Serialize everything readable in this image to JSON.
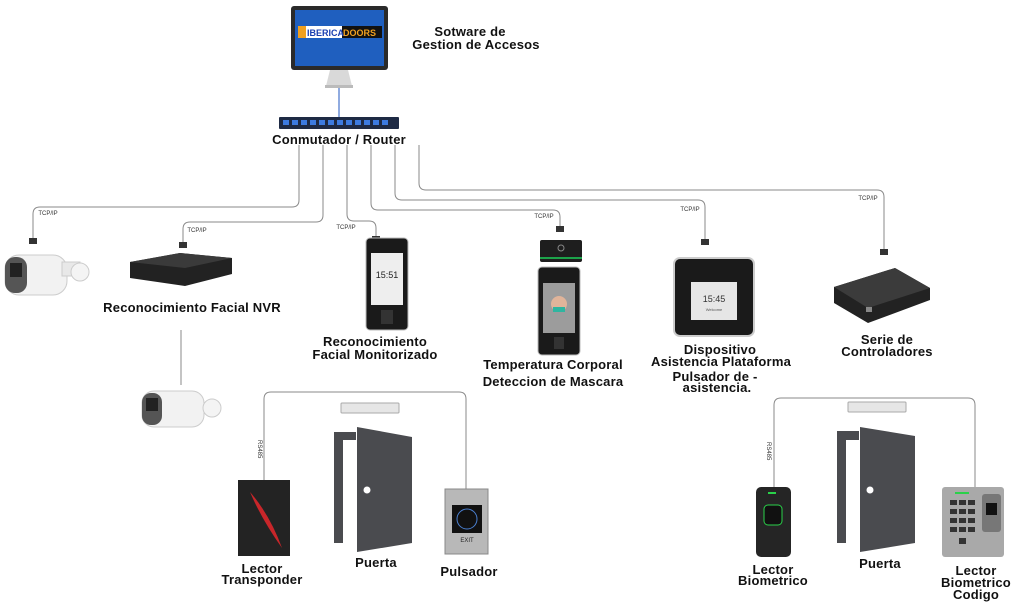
{
  "software": {
    "line1": "Sotware de",
    "line2": "Gestion de Accesos",
    "logo_text": "IBERICADOORS"
  },
  "router": {
    "label": "Conmutador / Router"
  },
  "connection_labels": {
    "tcp": "TCP/IP",
    "rs485": "RS485"
  },
  "devices": {
    "nvr": "Reconocimiento Facial NVR",
    "facial_monitor": {
      "line1": "Reconocimiento",
      "line2": "Facial Monitorizado",
      "clock": "15:51"
    },
    "temperature": {
      "line1": "Temperatura Corporal",
      "line2": "Deteccion de Mascara"
    },
    "attendance": {
      "line1": "Dispositivo",
      "line2": "Asistencia  Plataforma",
      "line3": "Pulsador de -",
      "line4": "asistencia.",
      "clock": "15:45",
      "welcome": "Welcome"
    },
    "controllers": {
      "line1": "Serie de",
      "line2": "Controladores"
    }
  },
  "door_left": {
    "reader": {
      "line1": "Lector",
      "line2": "Transponder"
    },
    "door": "Puerta",
    "button": "Pulsador",
    "exit": "EXIT"
  },
  "door_right": {
    "reader": {
      "line1": "Lector",
      "line2": "Biometrico"
    },
    "door": "Puerta",
    "keypad": {
      "line1": "Lector",
      "line2": "Biometrico",
      "line3": "Codigo"
    }
  },
  "colors": {
    "screen_blue": "#1f5fbf",
    "device_dark": "#1c1c1c",
    "door_gray": "#4a4b4f",
    "cable": "#888888"
  }
}
